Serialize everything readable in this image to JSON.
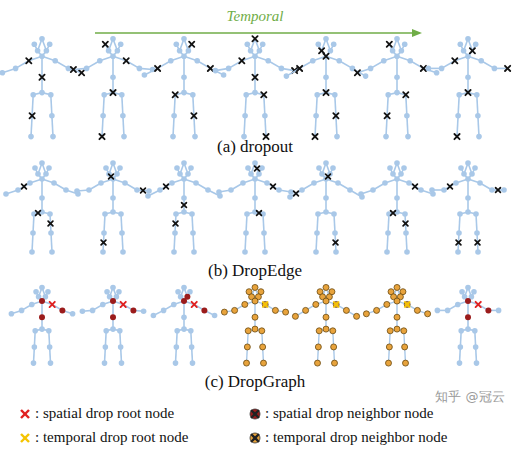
{
  "diagram": {
    "labels": [
      "Temporal",
      "(a) dropout",
      "(b) DropEdge",
      "(c) DropGraph",
      "知乎 @冠云"
    ],
    "legend": [
      {
        "text": ": spatial drop root node",
        "color": "#e02020"
      },
      {
        "text": ": spatial drop neighbor node",
        "color": "#9b1c1c"
      },
      {
        "text": ": temporal drop root node",
        "color": "#f5c400"
      },
      {
        "text": ": temporal drop neighbor node",
        "color": "#e8a33c"
      }
    ]
  }
}
